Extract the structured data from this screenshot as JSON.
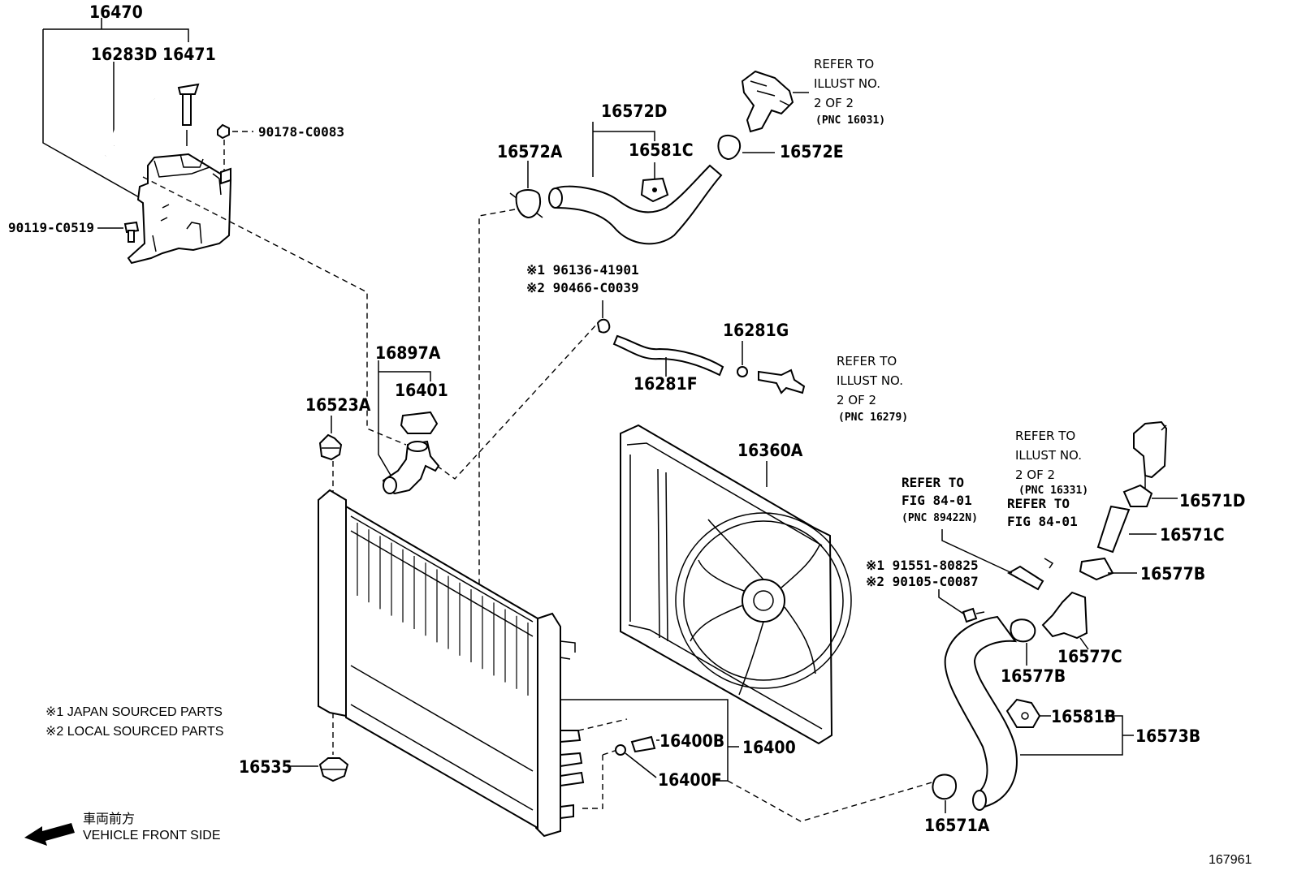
{
  "labels": {
    "p16470": "16470",
    "p16283D": "16283D",
    "p16471": "16471",
    "p90178": "90178-C0083",
    "p90119": "90119-C0519",
    "p16572A": "16572A",
    "p16572D": "16572D",
    "p16581C": "16581C",
    "p16572E": "16572E",
    "p16897A": "16897A",
    "p16401": "16401",
    "p16523A": "16523A",
    "p16281G": "16281G",
    "p16281F": "16281F",
    "p16360A": "16360A",
    "p16571D": "16571D",
    "p16571C": "16571C",
    "p16577B_top": "16577B",
    "p16577B_bot": "16577B",
    "p16577C": "16577C",
    "p16581B": "16581B",
    "p16573B": "16573B",
    "p16571A": "16571A",
    "p16400B": "16400B",
    "p16400": "16400",
    "p16400F": "16400F",
    "p16535": "16535",
    "p96136_1": "※1 96136-41901",
    "p90466_2": "※2 90466-C0039",
    "p91551_1": "※1 91551-80825",
    "p90105_2": "※2 90105-C0087"
  },
  "refs": {
    "ref1": {
      "l1": "REFER TO",
      "l2": "ILLUST NO.",
      "l3": "2 OF 2",
      "l4": "(PNC 16031)"
    },
    "ref2": {
      "l1": "REFER TO",
      "l2": "ILLUST NO.",
      "l3": "2 OF 2",
      "l4": "(PNC 16279)"
    },
    "ref3": {
      "l1": "REFER TO",
      "l2": "ILLUST NO.",
      "l3": "2 OF 2",
      "l4": "(PNC 16331)"
    },
    "ref4": {
      "l1": "REFER TO",
      "l2": "FIG 84-01",
      "l3": "(PNC 89422N)"
    },
    "ref5": {
      "l1": "REFER TO",
      "l2": "FIG 84-01"
    }
  },
  "notes": {
    "japan": "※1 JAPAN SOURCED PARTS",
    "local": "※2 LOCAL SOURCED PARTS"
  },
  "direction": {
    "jp": "車両前方",
    "en": "VEHICLE FRONT SIDE"
  },
  "figure_id": "167961"
}
